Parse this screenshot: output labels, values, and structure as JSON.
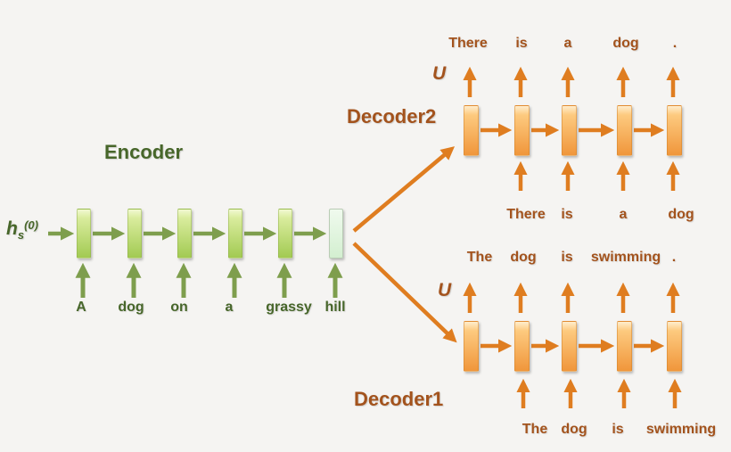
{
  "colors": {
    "background": "#f5f4f2",
    "green_text": "#47662a",
    "green_arrow": "#7e9e4d",
    "green_bar_bottom": "#a2ca52",
    "mint_bar_bottom": "#d3efd0",
    "orange_text": "#a3531d",
    "orange_arrow": "#df7d20",
    "orange_bar_bottom": "#f0963b"
  },
  "encoder": {
    "title": "Encoder",
    "state_label": {
      "base": "h",
      "sub": "s",
      "sup": "(0)"
    },
    "input_words": [
      "A",
      "dog",
      "on",
      "a",
      "grassy",
      "hill"
    ],
    "num_units": 6
  },
  "decoder2": {
    "title": "Decoder2",
    "u_label": "U",
    "output_words": [
      "There",
      "is",
      "a",
      "dog",
      "."
    ],
    "input_words": [
      "There",
      "is",
      "a",
      "dog"
    ],
    "num_units": 5
  },
  "decoder1": {
    "title": "Decoder1",
    "u_label": "U",
    "output_words": [
      "The",
      "dog",
      "is",
      "swimming",
      "."
    ],
    "input_words": [
      "The",
      "dog",
      "is",
      "swimming"
    ],
    "num_units": 5
  }
}
